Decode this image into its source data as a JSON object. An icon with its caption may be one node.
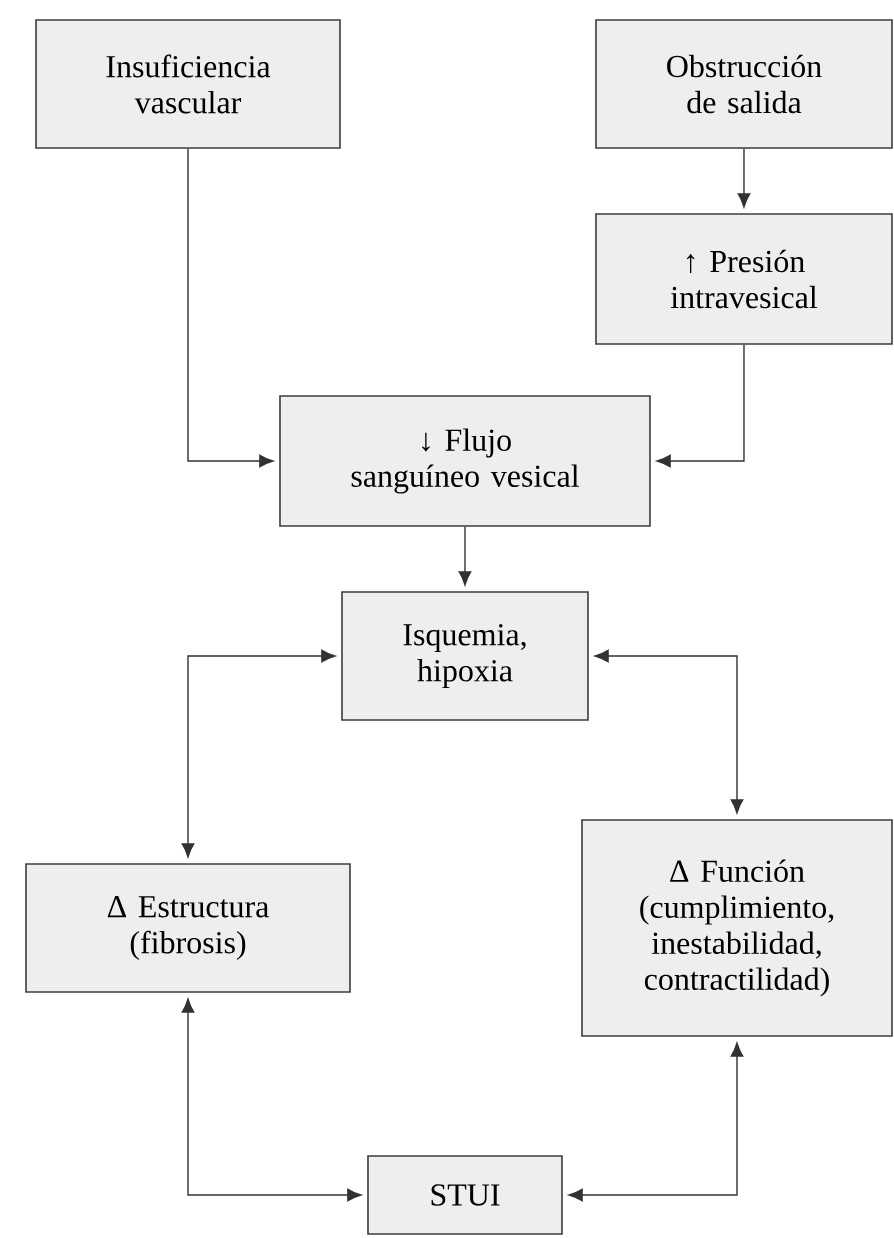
{
  "diagram": {
    "nodes": [
      {
        "text": [
          "Insuficiencia vascular"
        ]
      },
      {
        "text": [
          "Obstrucción de salida"
        ]
      },
      {
        "text": [
          "↑ Presión intravesical"
        ]
      },
      {
        "text": [
          "↓ Flujo sanguíneo vesical"
        ]
      },
      {
        "text": [
          "Isquemia, hipoxia"
        ]
      },
      {
        "text": [
          "Δ Estructura (fibrosis)"
        ]
      },
      {
        "text": [
          "Δ Función (cumplimiento, inestabilidad, contractilidad)"
        ]
      },
      {
        "text": [
          "STUI"
        ]
      }
    ],
    "edges": [
      {
        "from": 0,
        "to": 3,
        "arrow": "to"
      },
      {
        "from": 1,
        "to": 2,
        "arrow": "to"
      },
      {
        "from": 2,
        "to": 3,
        "arrow": "to"
      },
      {
        "from": 3,
        "to": 4,
        "arrow": "to"
      },
      {
        "from": 4,
        "to": 5,
        "arrow": "both"
      },
      {
        "from": 4,
        "to": 6,
        "arrow": "both"
      },
      {
        "from": 5,
        "to": 7,
        "arrow": "both"
      },
      {
        "from": 6,
        "to": 7,
        "arrow": "both"
      }
    ]
  }
}
